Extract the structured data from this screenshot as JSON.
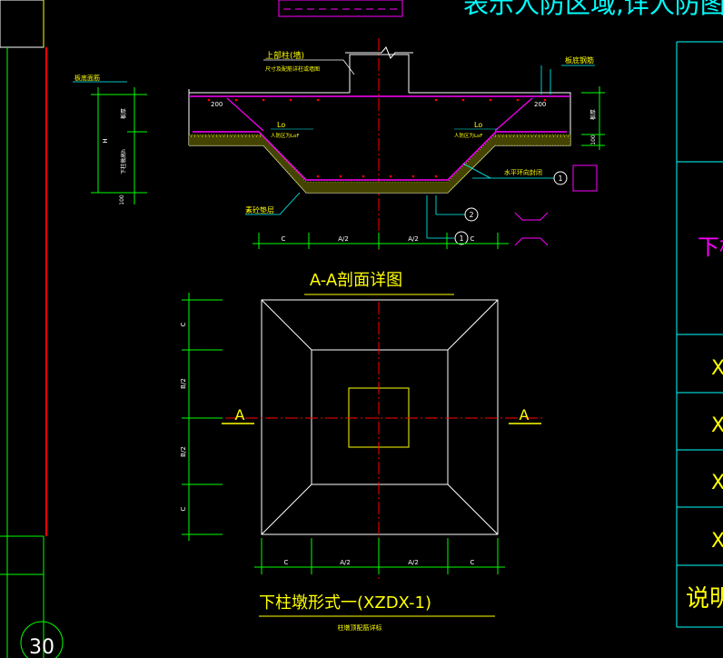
{
  "header": {
    "top_title": "表示人防区域,详人防图"
  },
  "section": {
    "label_top_column": "上部柱(墙)",
    "label_top_column_note": "尺寸及配筋详柱或墙图",
    "label_rebar_right": "板底钢筋",
    "label_rebar_left": "板底面筋",
    "dim_200_left": "200",
    "dim_200_right": "200",
    "label_lo_left": "Lo",
    "label_lo_left_note": "人防区为LoF",
    "label_lo_right": "Lo",
    "label_lo_right_note": "人防区为LoF",
    "label_horizontal_bars": "水平环向封闭",
    "label_cushion": "素砼垫层",
    "callout_1": "1",
    "callout_2": "2",
    "callout_1b": "1",
    "dims_bottom": [
      "C",
      "A/2",
      "A/2",
      "C"
    ],
    "dim_right_top": "板厚",
    "dim_right_bottom": "100",
    "dim_left_H": "H",
    "dim_left_mid": "下柱墩高h",
    "dim_left_top": "板厚",
    "dim_left_100": "100",
    "title": "A-A剖面详图"
  },
  "plan": {
    "label_A_left": "A",
    "label_A_right": "A",
    "dims_left": [
      "C",
      "B/2",
      "B/2",
      "C"
    ],
    "dims_bottom": [
      "C",
      "A/2",
      "A/2",
      "C"
    ],
    "title": "下柱墩形式一(XZDX-1)",
    "subtitle": "柱墩顶配筋详标"
  },
  "table": {
    "row_label": "下柱",
    "rows": [
      "X",
      "X",
      "X",
      "X"
    ],
    "footer": "说明"
  },
  "frame": {
    "sheet_number": "30"
  },
  "colors": {
    "background": "#000000",
    "white": "#ffffff",
    "yellow": "#ffff00",
    "green": "#00ff00",
    "cyan": "#00ffff",
    "magenta": "#ff00ff",
    "red": "#ff0000"
  }
}
